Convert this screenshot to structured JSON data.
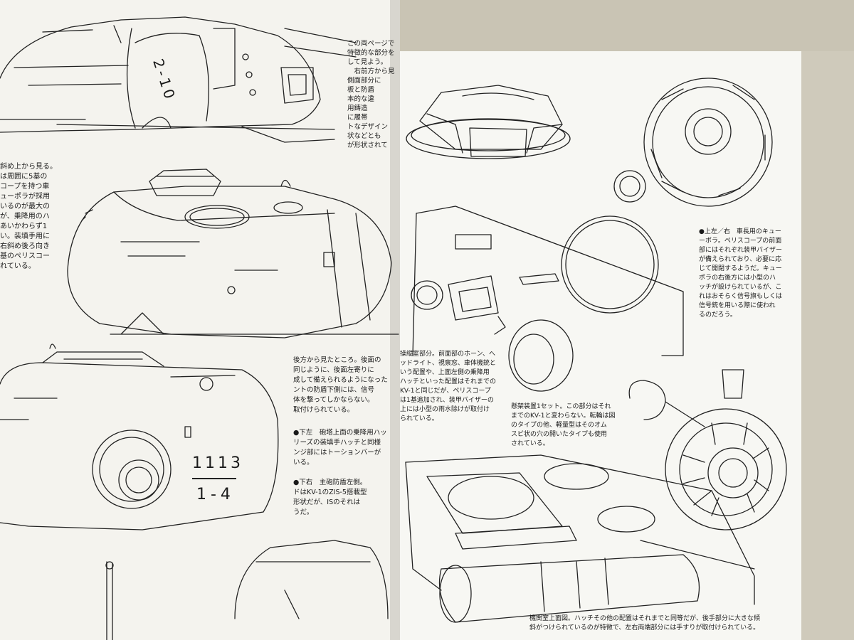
{
  "left_page": {
    "turret_numbers": {
      "top_turret": "2-10",
      "bottom_turret_line1": "1113",
      "bottom_turret_line2": "1-4"
    },
    "right_column_top": "この両ページで\n特徴的な部分を\nして見よう。\n　右前方から見\n側面部分に\n板と防盾\n本的な違\n用鋳造\nに履帯\nトなデザイン\n状などとも\nが形状されて",
    "left_edge_caption": "斜め上から見る。\nは周囲に5基の\nコープを持つ車\nューポラが採用\nいるのが最大の\nが、乗降用のハ\nあいかわらず1\nい。装填手用に\n右斜め後ろ向き\n基のペリスコー\nれている。",
    "rear_view_caption": "後方から見たところ。後面の\n同じように、後面左寄りに\n成して備えられるようになった\nントの防盾下側には、信号\n体を撃ってしかならない。\n取付けられている。",
    "bottom_left_caption": "●下左　砲塔上面の乗降用ハッ\nリーズの装填手ハッチと同様\nンジ部にはトーションバーが\nいる。",
    "bottom_right_caption": "●下右　主砲防盾左側。\nドはKV-1のZIS-5搭載型\n形状だが、ISのそれは\nうだ。"
  },
  "right_page": {
    "cupola_caption": "●上左／右　車長用のキュー\nーポラ。ペリスコープの前面\n部にはそれぞれ装甲バイザー\nが備えられており、必要に応\nじて開閉するようだ。キュー\nポラの右後方には小型のハ\nッチが設けられているが、こ\nれはおそらく信号旗もしくは\n信号銃を用いる際に使われ\nるのだろう。",
    "driver_caption": "操縦室部分。前面部のホーン、へ\nッドライト、視察窓、車体機銃と\nいう配置や、上面左側の乗降用\nハッチといった配置はそれまでの\nKV-1と同じだが、ペリスコープ\nは1基追加され、装甲バイザーの\n上には小型の雨水除けが取付け\nられている。",
    "suspension_caption": "懸架装置1セット。この部分はそれ\nまでのKV-1と変わらない。転輪は図\nのタイプの他、軽量型はそのオム\nスビ状の穴の開いたタイプも使用\nされている。",
    "engine_caption": "機関室上面図。ハッチその他の配置はそれまでと同等だが、後手部分に大きな傾\n斜がつけられているのが特徴で、左右両端部分には手すりが取付けられている。"
  }
}
